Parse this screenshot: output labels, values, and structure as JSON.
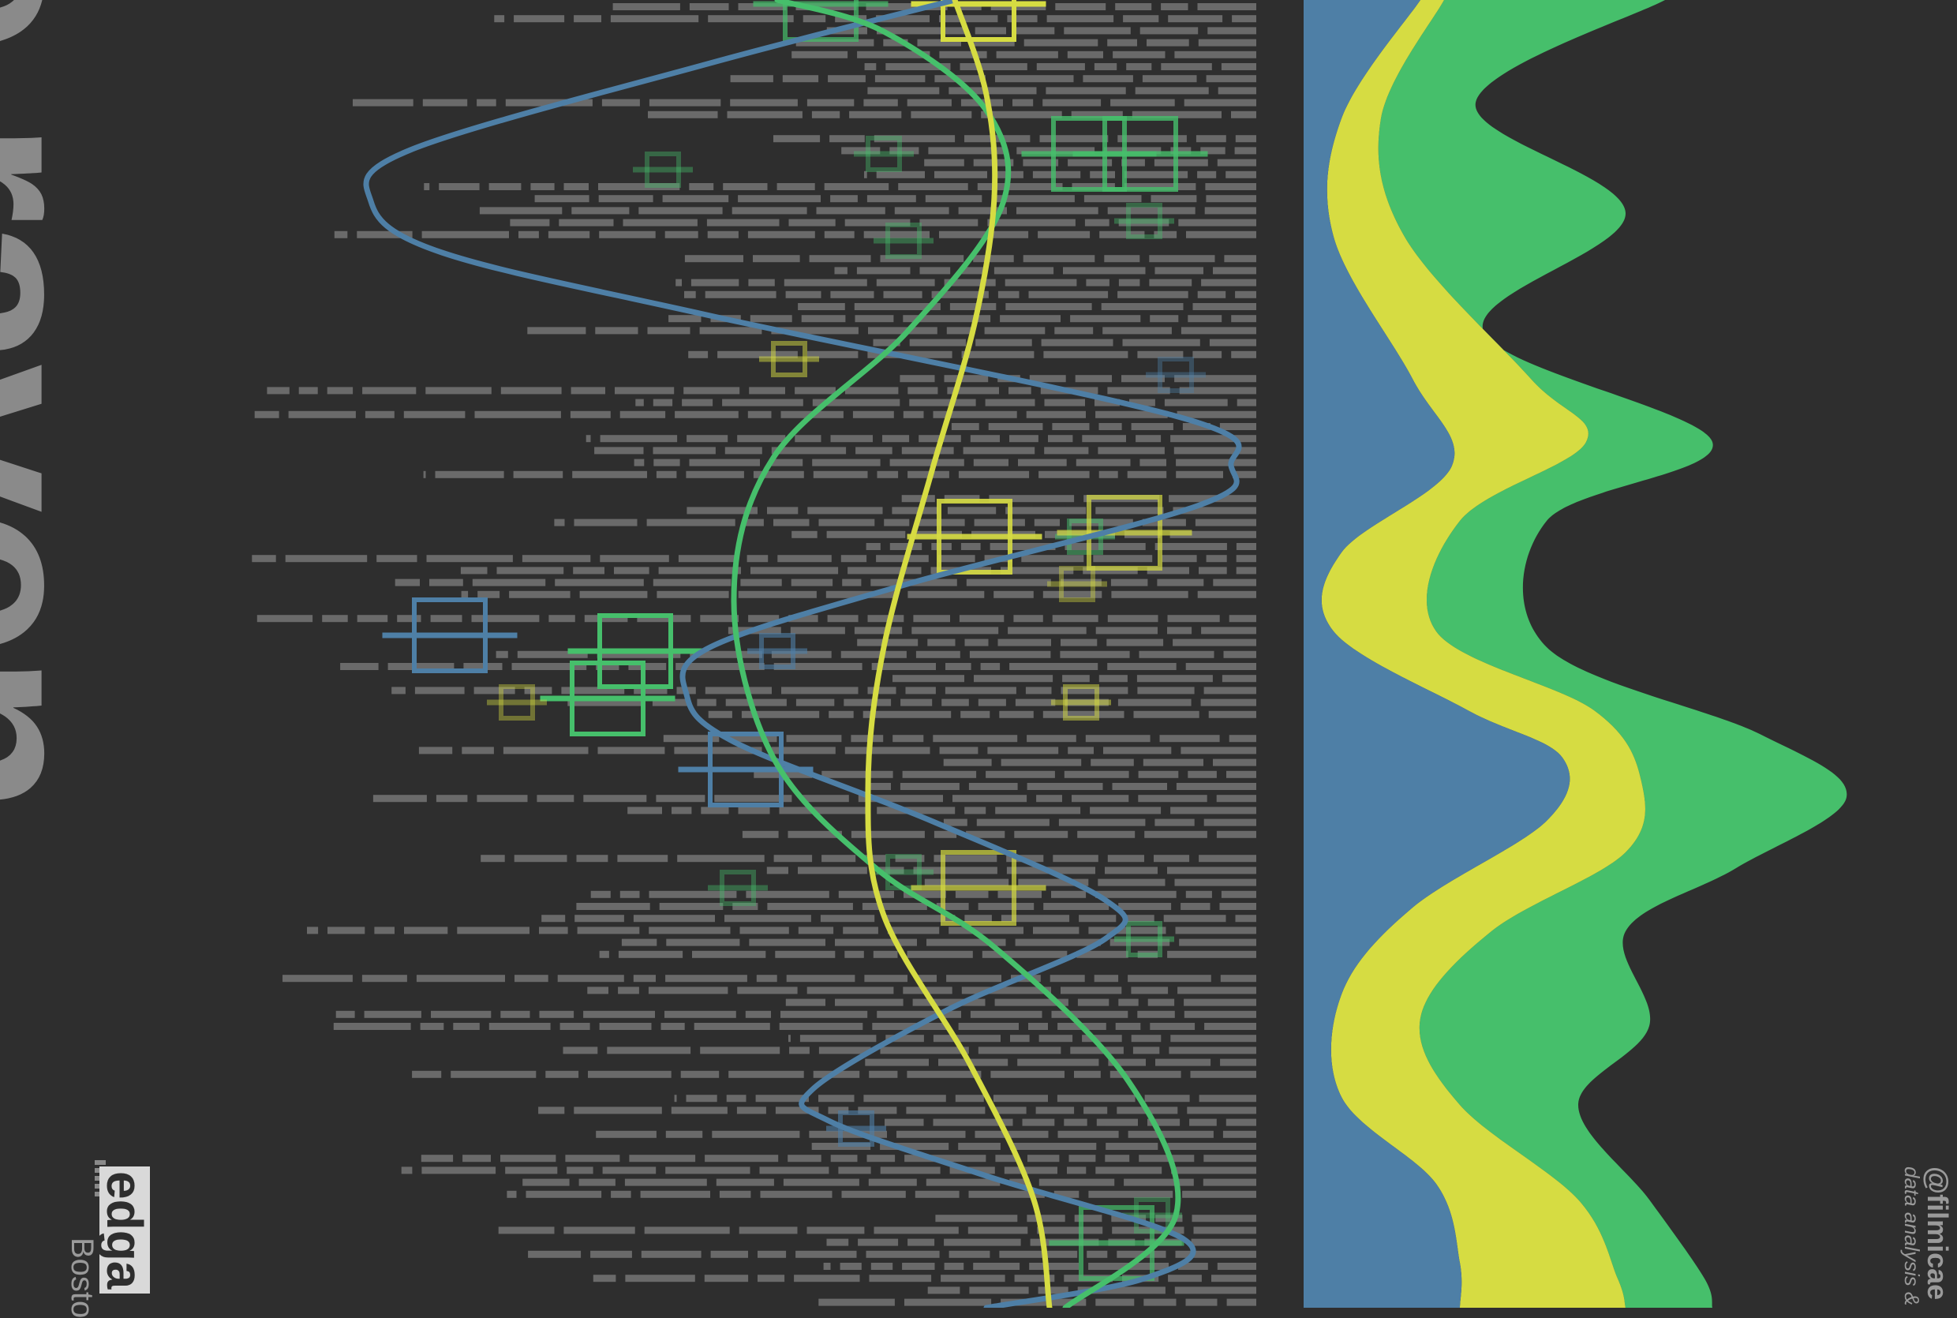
{
  "title": "e raven",
  "logo": {
    "name": "edga",
    "sub": "Bosto"
  },
  "credit": {
    "handle": "@filmicae",
    "line": "data analysis &"
  },
  "colors": {
    "background": "#2e2e2e",
    "text_bars": "#6a6a6a",
    "blue": "#4e7fa6",
    "green": "#46bf6b",
    "yellow": "#d6dc42",
    "title_gray": "#8a8a8a"
  },
  "icons": [
    "flag-stripes-icon"
  ]
}
